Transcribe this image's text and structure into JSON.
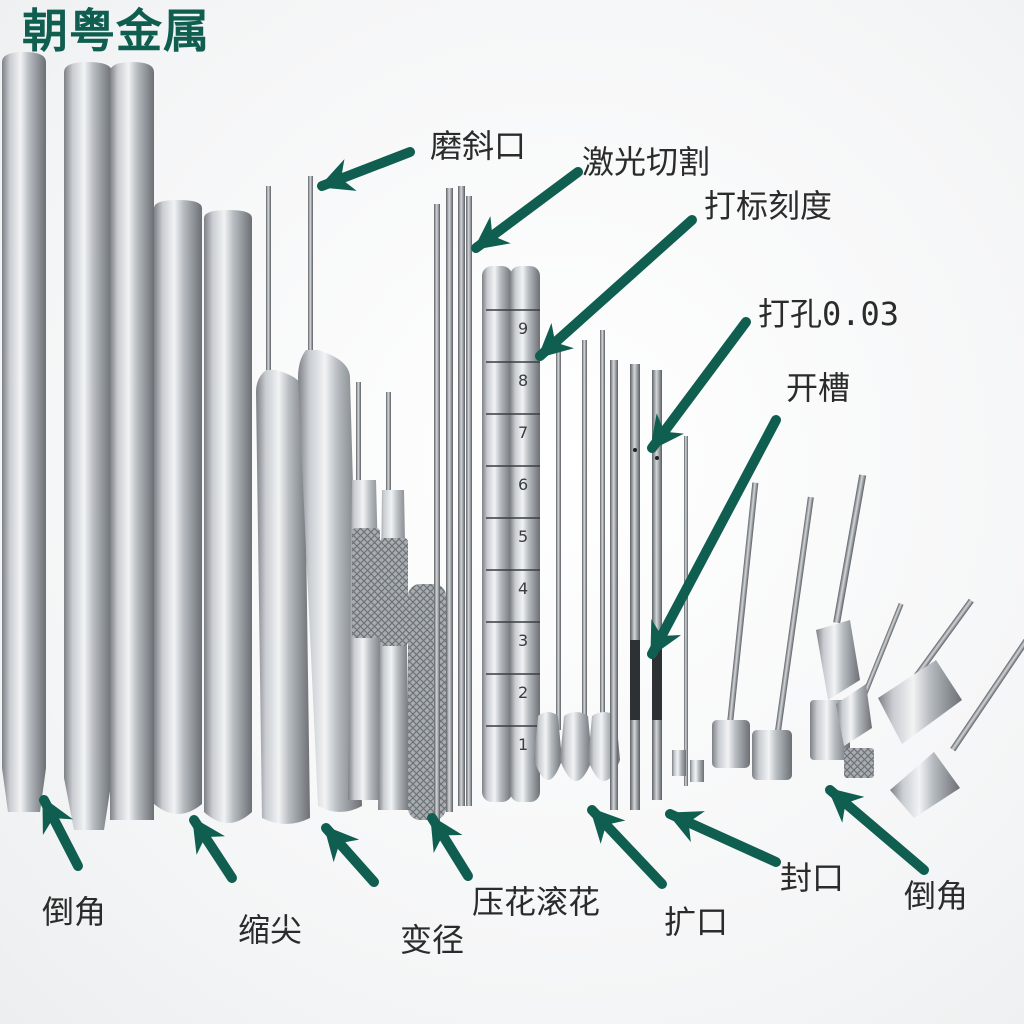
{
  "brand": "朝粤金属",
  "colors": {
    "arrow": "#0f5e50",
    "brand": "#0f5e50",
    "label": "#2b2b2b",
    "steel_light": "#e8eaec",
    "steel_dark": "#7d8186"
  },
  "labels": {
    "bevel_grind": "磨斜口",
    "laser_cut": "激光切割",
    "scale_mark": "打标刻度",
    "drill_hole": "打孔0.03",
    "slot": "开槽",
    "chamfer_left": "倒角",
    "taper_tip": "缩尖",
    "reduce_diameter": "变径",
    "knurling": "压花滚花",
    "flare": "扩口",
    "seal_end": "封口",
    "chamfer_right": "倒角"
  },
  "scale_numbers": [
    "9",
    "8",
    "7",
    "6",
    "5",
    "4",
    "3",
    "2",
    "1"
  ]
}
